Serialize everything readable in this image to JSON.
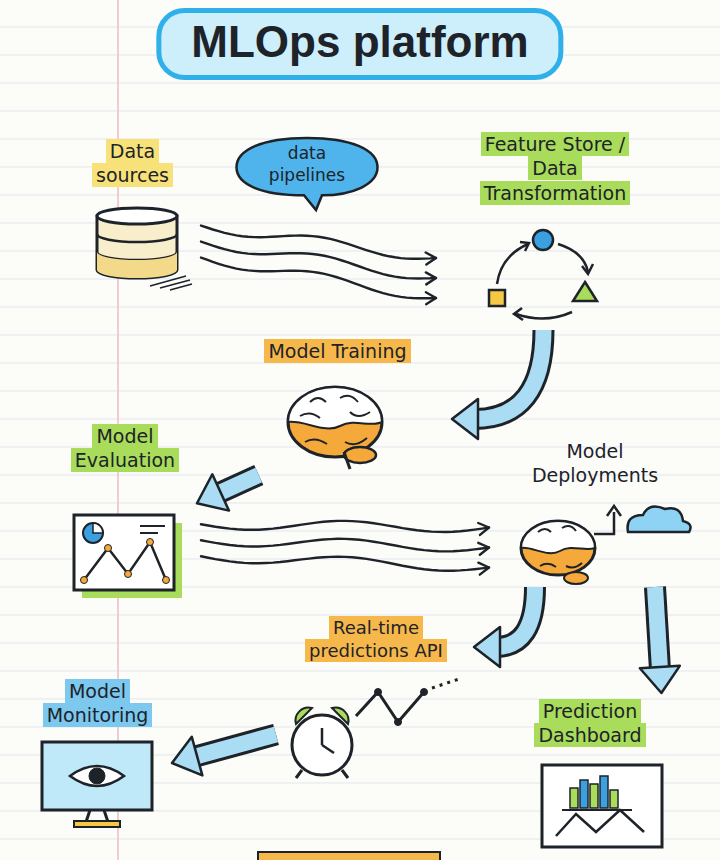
{
  "diagram": {
    "title": "MLOps platform",
    "nodes": [
      {
        "text": [
          "Data sources"
        ]
      },
      {
        "text": [
          "data pipelines"
        ]
      },
      {
        "text": [
          "Feature Store / Data Transformation"
        ]
      },
      {
        "text": [
          "Model Training"
        ]
      },
      {
        "text": [
          "Model Evaluation"
        ]
      },
      {
        "text": [
          "Model Deployments"
        ]
      },
      {
        "text": [
          "Real-time predictions API"
        ]
      },
      {
        "text": [
          "Model Monitoring"
        ]
      },
      {
        "text": [
          "Prediction Dashboard"
        ]
      }
    ],
    "edges": [
      {
        "from": 0,
        "to": 2,
        "arrow": "to"
      },
      {
        "from": 2,
        "to": 3,
        "arrow": "to"
      },
      {
        "from": 3,
        "to": 4,
        "arrow": "to"
      },
      {
        "from": 4,
        "to": 5,
        "arrow": "to"
      },
      {
        "from": 5,
        "to": 6,
        "arrow": "to"
      },
      {
        "from": 5,
        "to": 8,
        "arrow": "to"
      },
      {
        "from": 6,
        "to": 7,
        "arrow": "to"
      }
    ]
  }
}
